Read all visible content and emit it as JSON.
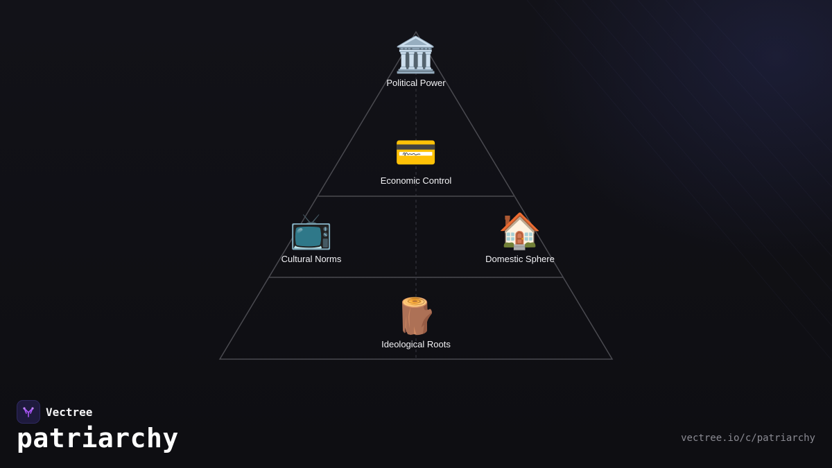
{
  "pyramid": {
    "nodes": [
      {
        "emoji": "🏛️",
        "label": "Political Power"
      },
      {
        "emoji": "💳",
        "label": "Economic Control"
      },
      {
        "emoji": "📺",
        "label": "Cultural Norms"
      },
      {
        "emoji": "🏠",
        "label": "Domestic Sphere"
      },
      {
        "emoji": "🪵",
        "label": "Ideological Roots"
      }
    ]
  },
  "brand": {
    "name": "Vectree",
    "logo_icon": "vectree-branch-icon"
  },
  "topic": {
    "title": "patriarchy"
  },
  "footer": {
    "url": "vectree.io/c/patriarchy"
  },
  "colors": {
    "background": "#0f0f13",
    "pyramid_stroke": "#4a4a50",
    "logo_accent": "#a855f7"
  }
}
